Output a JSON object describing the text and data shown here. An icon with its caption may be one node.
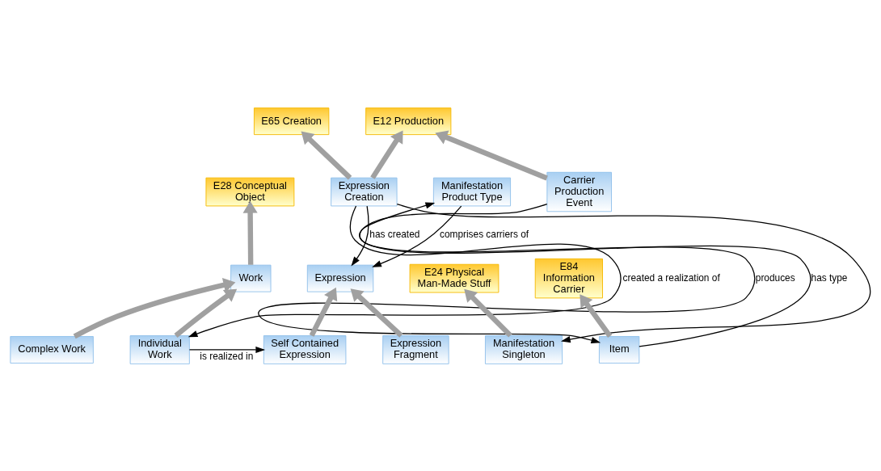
{
  "diagram": {
    "nodes": [
      {
        "text": [
          "E65 Creation"
        ]
      },
      {
        "text": [
          "E12 Production"
        ]
      },
      {
        "text": [
          "E28 Conceptual Object"
        ]
      },
      {
        "text": [
          "Expression Creation"
        ]
      },
      {
        "text": [
          "Manifestation Product Type"
        ]
      },
      {
        "text": [
          "Carrier Production Event"
        ]
      },
      {
        "text": [
          "Work"
        ]
      },
      {
        "text": [
          "Expression"
        ]
      },
      {
        "text": [
          "E24 Physical Man-Made Stuff"
        ]
      },
      {
        "text": [
          "E84 Information Carrier"
        ]
      },
      {
        "text": [
          "Complex Work"
        ]
      },
      {
        "text": [
          "Individual Work"
        ]
      },
      {
        "text": [
          "Self Contained Expression"
        ]
      },
      {
        "text": [
          "Expression Fragment"
        ]
      },
      {
        "text": [
          "Manifestation Singleton"
        ]
      },
      {
        "text": [
          "Item"
        ]
      }
    ],
    "edges": [
      {
        "from": 3,
        "to": 0,
        "arrow": "to"
      },
      {
        "from": 3,
        "to": 1,
        "arrow": "to"
      },
      {
        "from": 5,
        "to": 1,
        "arrow": "to"
      },
      {
        "from": 6,
        "to": 2,
        "arrow": "to"
      },
      {
        "from": 10,
        "to": 6,
        "arrow": "to"
      },
      {
        "from": 11,
        "to": 6,
        "arrow": "to"
      },
      {
        "from": 12,
        "to": 7,
        "arrow": "to"
      },
      {
        "from": 13,
        "to": 7,
        "arrow": "to"
      },
      {
        "from": 14,
        "to": 8,
        "arrow": "to"
      },
      {
        "from": 15,
        "to": 9,
        "arrow": "to"
      },
      {
        "from": 3,
        "to": 11,
        "arrow": "to",
        "label": "created a realization of",
        "color": "#000000"
      },
      {
        "from": 11,
        "to": 12,
        "arrow": "to",
        "label": "is realized in",
        "color": "#000000"
      },
      {
        "from": 4,
        "to": 7,
        "arrow": "to",
        "label": "comprises carriers of",
        "color": "#000000"
      },
      {
        "from": 3,
        "to": 7,
        "arrow": "to",
        "label": "has created",
        "color": "#000000"
      },
      {
        "from": 3,
        "to": 14,
        "arrow": "to",
        "color": "#000000"
      },
      {
        "from": 15,
        "to": 4,
        "arrow": "to",
        "label": "has type",
        "color": "#000000"
      },
      {
        "from": 5,
        "to": 15,
        "arrow": "to",
        "label": "produces",
        "color": "#000000"
      }
    ]
  }
}
